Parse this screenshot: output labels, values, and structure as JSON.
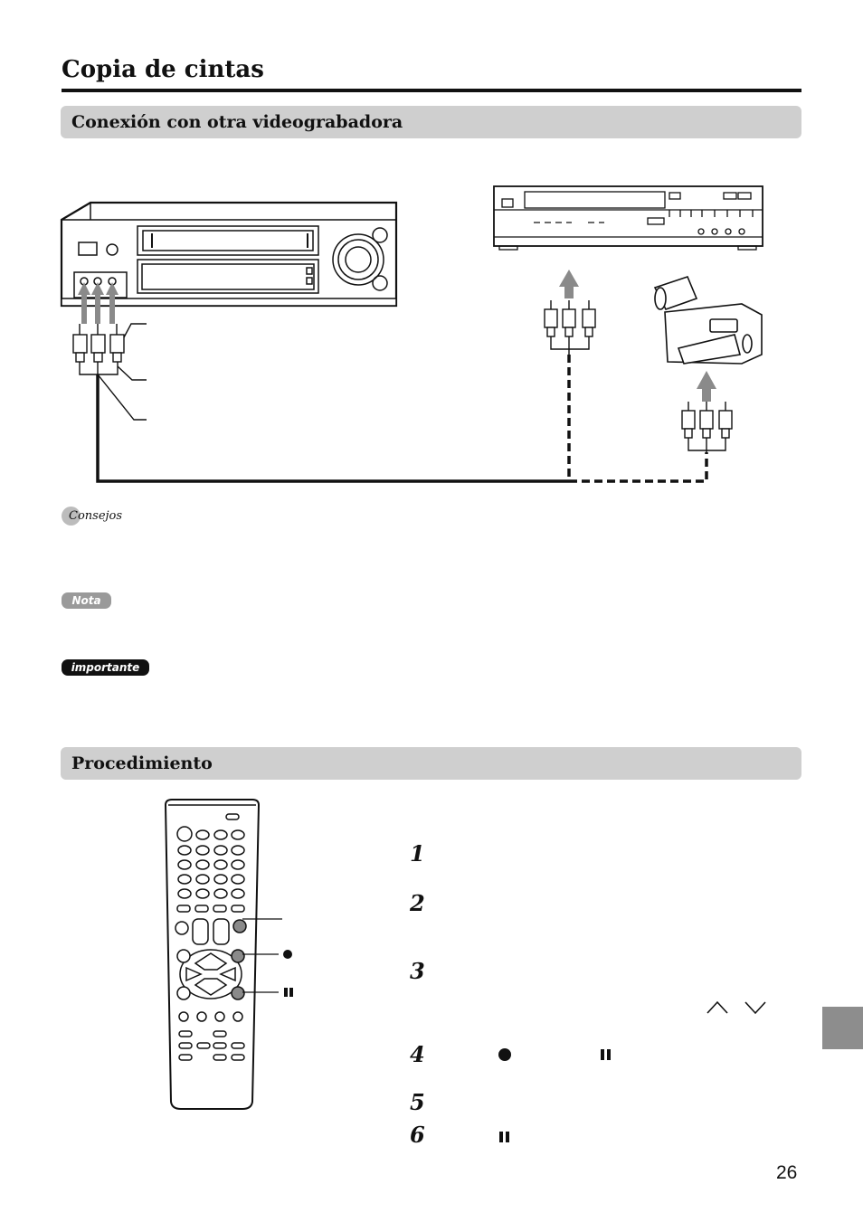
{
  "page": {
    "title": "Copia de cintas",
    "page_number": "26"
  },
  "sections": {
    "connection": "Conexión con otra videograbadora",
    "procedure": "Procedimiento"
  },
  "notes": {
    "consejos": "Consejos",
    "nota": "Nota",
    "importante": "importante"
  },
  "steps": [
    "1",
    "2",
    "3",
    "4",
    "5",
    "6"
  ],
  "icons": {
    "record": "record-dot-icon",
    "pause": "pause-icon",
    "up": "chevron-up-icon",
    "down": "chevron-down-icon"
  },
  "colors": {
    "section_bar": "#cfcfcf",
    "tab": "#8d8d8d",
    "arrow_gray": "#8a8a8a"
  }
}
